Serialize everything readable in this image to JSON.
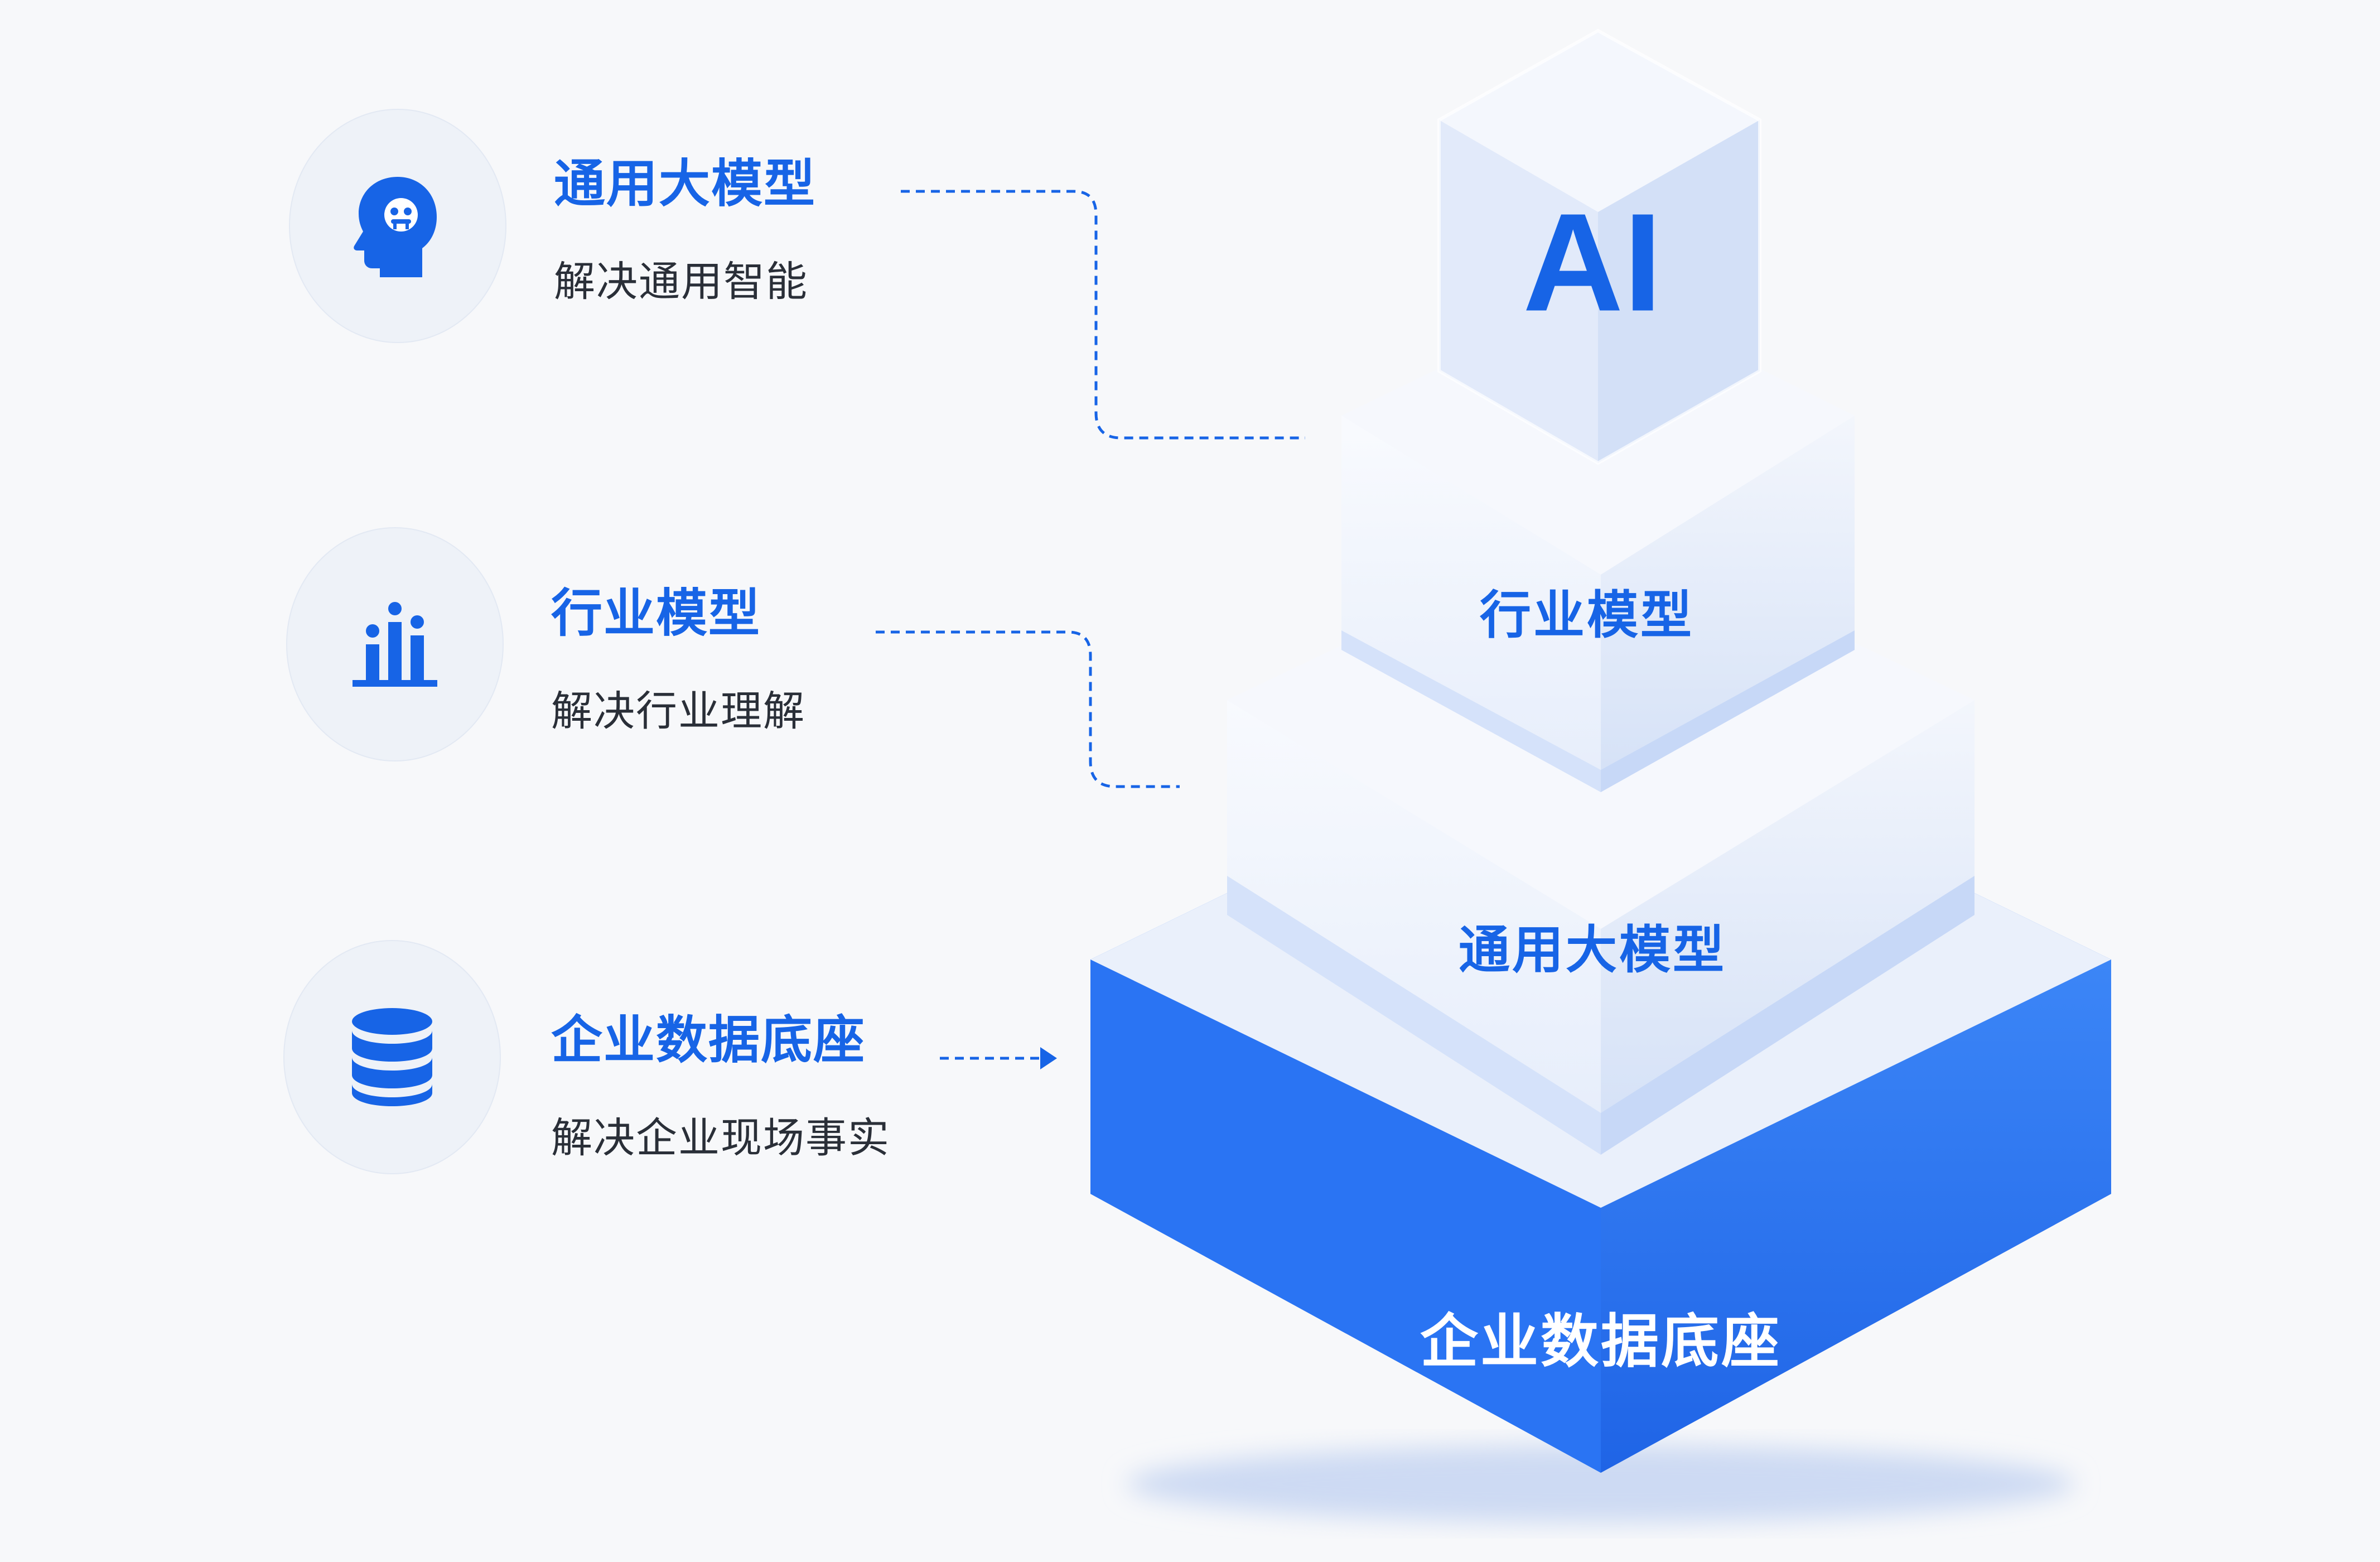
{
  "items": [
    {
      "title": "通用大模型",
      "desc": "解决通用智能",
      "icon": "head-brain-icon"
    },
    {
      "title": "行业模型",
      "desc": "解决行业理解",
      "icon": "bar-chart-icon"
    },
    {
      "title": "企业数据底座",
      "desc": "解决企业现场事实",
      "icon": "database-icon"
    }
  ],
  "pyramid": {
    "top": "AI",
    "tier2": "行业模型",
    "tier3": "通用大模型",
    "base": "企业数据底座"
  },
  "colors": {
    "accent": "#1764e6",
    "base_blue": "#2f7cf6",
    "text_dark": "#2a2f38",
    "background": "#f7f8fa"
  }
}
